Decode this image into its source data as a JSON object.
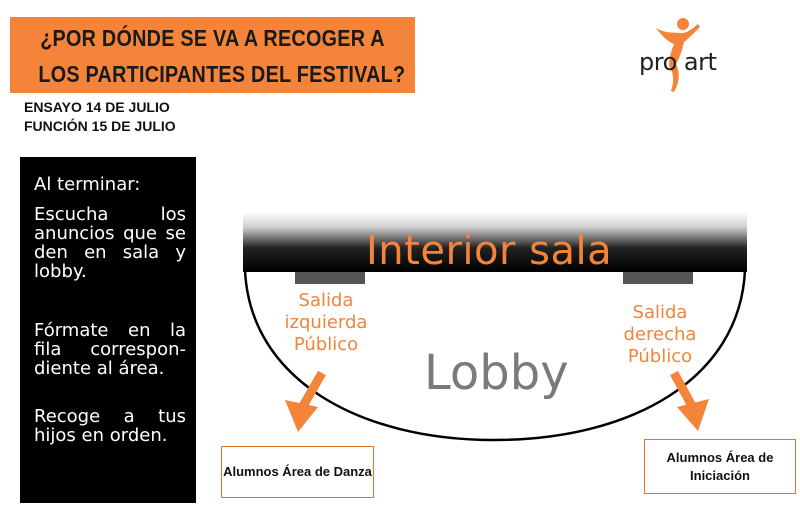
{
  "header": {
    "title_lines": [
      "¿POR DÓNDE SE VA A RECOGER A",
      "LOS PARTICIPANTES DEL FESTIVAL?"
    ],
    "dates": [
      "ENSAYO 14 DE JULIO",
      "FUNCIÓN 15 DE JULIO"
    ]
  },
  "logo": {
    "text": "pro  art",
    "icon": "dancer-figure-icon",
    "color": "#f3843a"
  },
  "instructions": {
    "heading": "Al terminar:",
    "steps": [
      "Escucha los anuncios que se den en sala y lobby.",
      "Fórmate en la fila correspon-diente al área.",
      "Recoge a tus hijos en orden."
    ]
  },
  "diagram": {
    "hall_label": "Interior sala",
    "lobby_label": "Lobby",
    "exit_left": [
      "Salida",
      "izquierda",
      "Público"
    ],
    "exit_right": [
      "Salida",
      "derecha",
      "Público"
    ],
    "box_left": "Alumnos Área de Danza",
    "box_right": "Alumnos Área de Iniciación",
    "colors": {
      "accent": "#f3843a",
      "hall_gradient_top": "#ffffff",
      "hall_gradient_bottom": "#000000",
      "door": "#555555"
    }
  }
}
